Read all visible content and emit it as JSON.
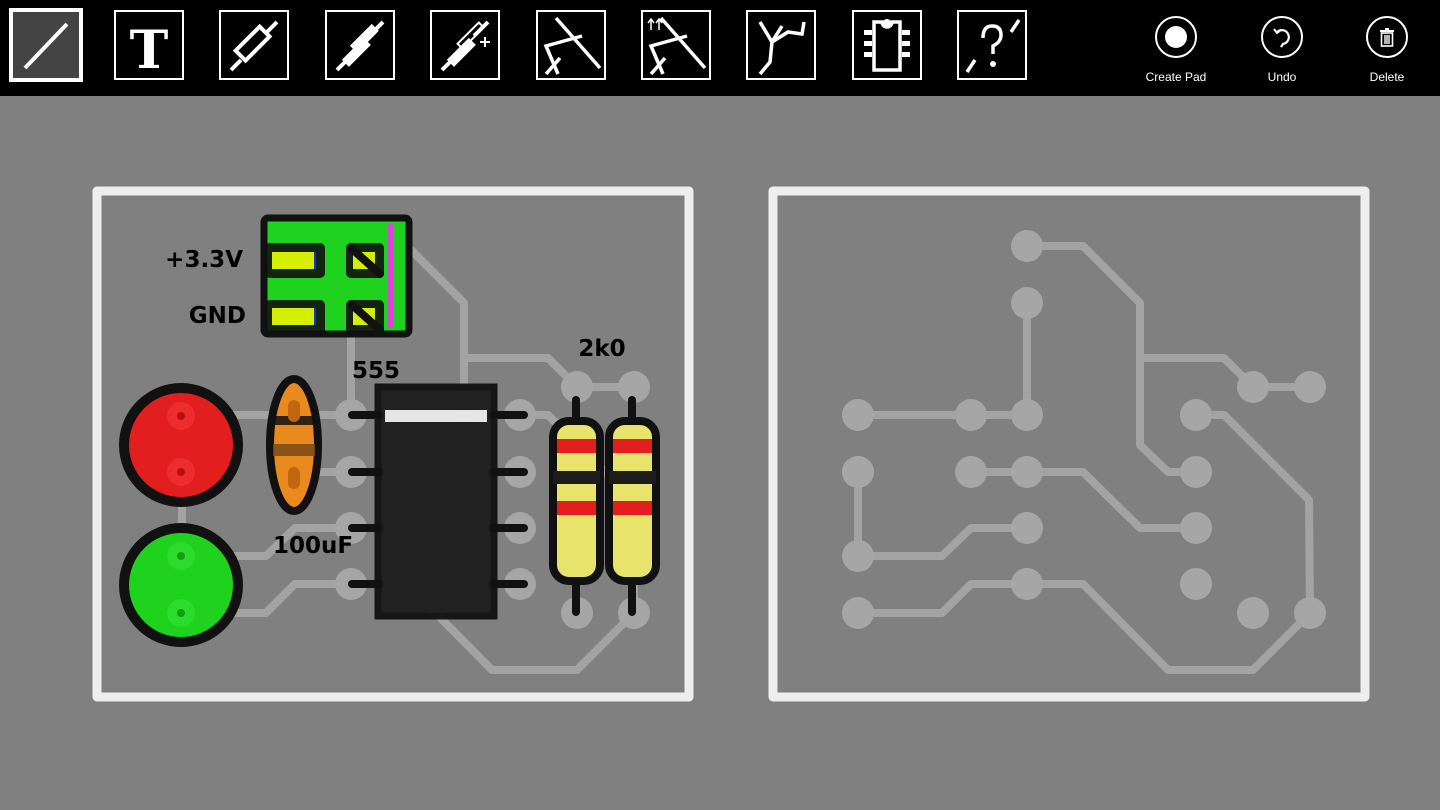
{
  "toolbar": {
    "tools": [
      {
        "name": "track-tool",
        "icon": "line-icon",
        "selected": true
      },
      {
        "name": "text-tool",
        "icon": "text-icon",
        "selected": false
      },
      {
        "name": "resistor-tool",
        "icon": "resistor-icon",
        "selected": false
      },
      {
        "name": "capacitor-tool",
        "icon": "capacitor-icon",
        "selected": false
      },
      {
        "name": "electrolytic-capacitor-tool",
        "icon": "polarized-capacitor-icon",
        "selected": false
      },
      {
        "name": "diode-tool",
        "icon": "diode-icon",
        "selected": false
      },
      {
        "name": "led-tool",
        "icon": "led-icon",
        "selected": false
      },
      {
        "name": "transistor-tool",
        "icon": "transistor-icon",
        "selected": false
      },
      {
        "name": "ic-tool",
        "icon": "chip-icon",
        "selected": false
      },
      {
        "name": "unknown-component-tool",
        "icon": "question-icon",
        "selected": false
      }
    ],
    "actions": {
      "create_pad": "Create Pad",
      "undo": "Undo",
      "delete": "Delete"
    }
  },
  "board": {
    "labels": {
      "power": "+3.3V",
      "ground": "GND",
      "ic": "555",
      "capacitor": "100uF",
      "resistor": "2k0"
    },
    "colors": {
      "background": "#808080",
      "trace": "#a3a3a3",
      "outline": "#eeeeee",
      "led_red": "#e31e1e",
      "led_green": "#1ed21e",
      "connector": "#1ed21e",
      "capacitor": "#e88a1e",
      "resistor": "#e8e36a"
    }
  }
}
